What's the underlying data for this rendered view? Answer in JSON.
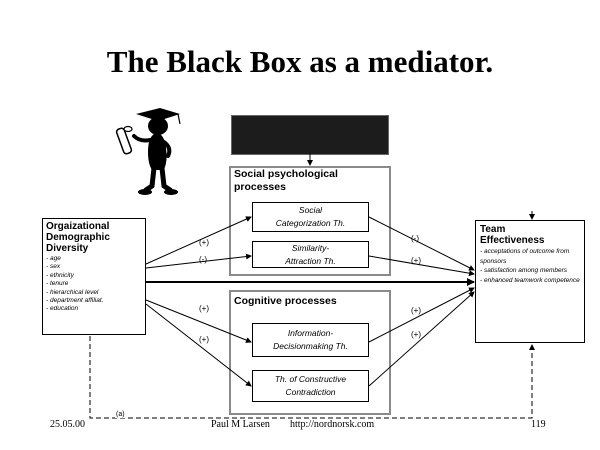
{
  "title": "The Black Box as a mediator.",
  "black_box_color": "#1c1c1c",
  "social_group": {
    "title_line1": "Social psychological",
    "title_line2": "processes",
    "box1": [
      "Social",
      "Categorization Th."
    ],
    "box2": [
      "Similarity-",
      "Attraction Th."
    ]
  },
  "cognitive_group": {
    "title": "Cognitive processes",
    "box1": [
      "Information-",
      "Decisionmaking Th."
    ],
    "box2": [
      "Th. of Constructive",
      "Contradiction"
    ]
  },
  "left_box": {
    "heading": [
      "Orgaizational",
      "Demographic",
      "Diversity"
    ],
    "items": [
      "- age",
      "- sex",
      "- ethnicity",
      "- tenure",
      "- hierarchical level",
      "- department affiliat.",
      "- education"
    ]
  },
  "right_box": {
    "heading": [
      "Team",
      "Effectiveness"
    ],
    "items": [
      "- acceptations of outcome from sponsors",
      "- satisfaction among members",
      "- enhanced teamwork competence"
    ]
  },
  "signs": {
    "left_top_1": "(+)",
    "left_top_2": "(-)",
    "left_bottom_1": "(+)",
    "left_bottom_2": "(+)",
    "right_top_1": "(-)",
    "right_top_2": "(+)",
    "right_bottom_1": "(+)",
    "right_bottom_2": "(+)",
    "feedback": "(a)"
  },
  "footer": {
    "date": "25.05.00",
    "author": "Paul M Larsen",
    "url": "http://nordnorsk.com",
    "page": "119"
  },
  "figure_icon": "graduate-with-diploma-icon"
}
